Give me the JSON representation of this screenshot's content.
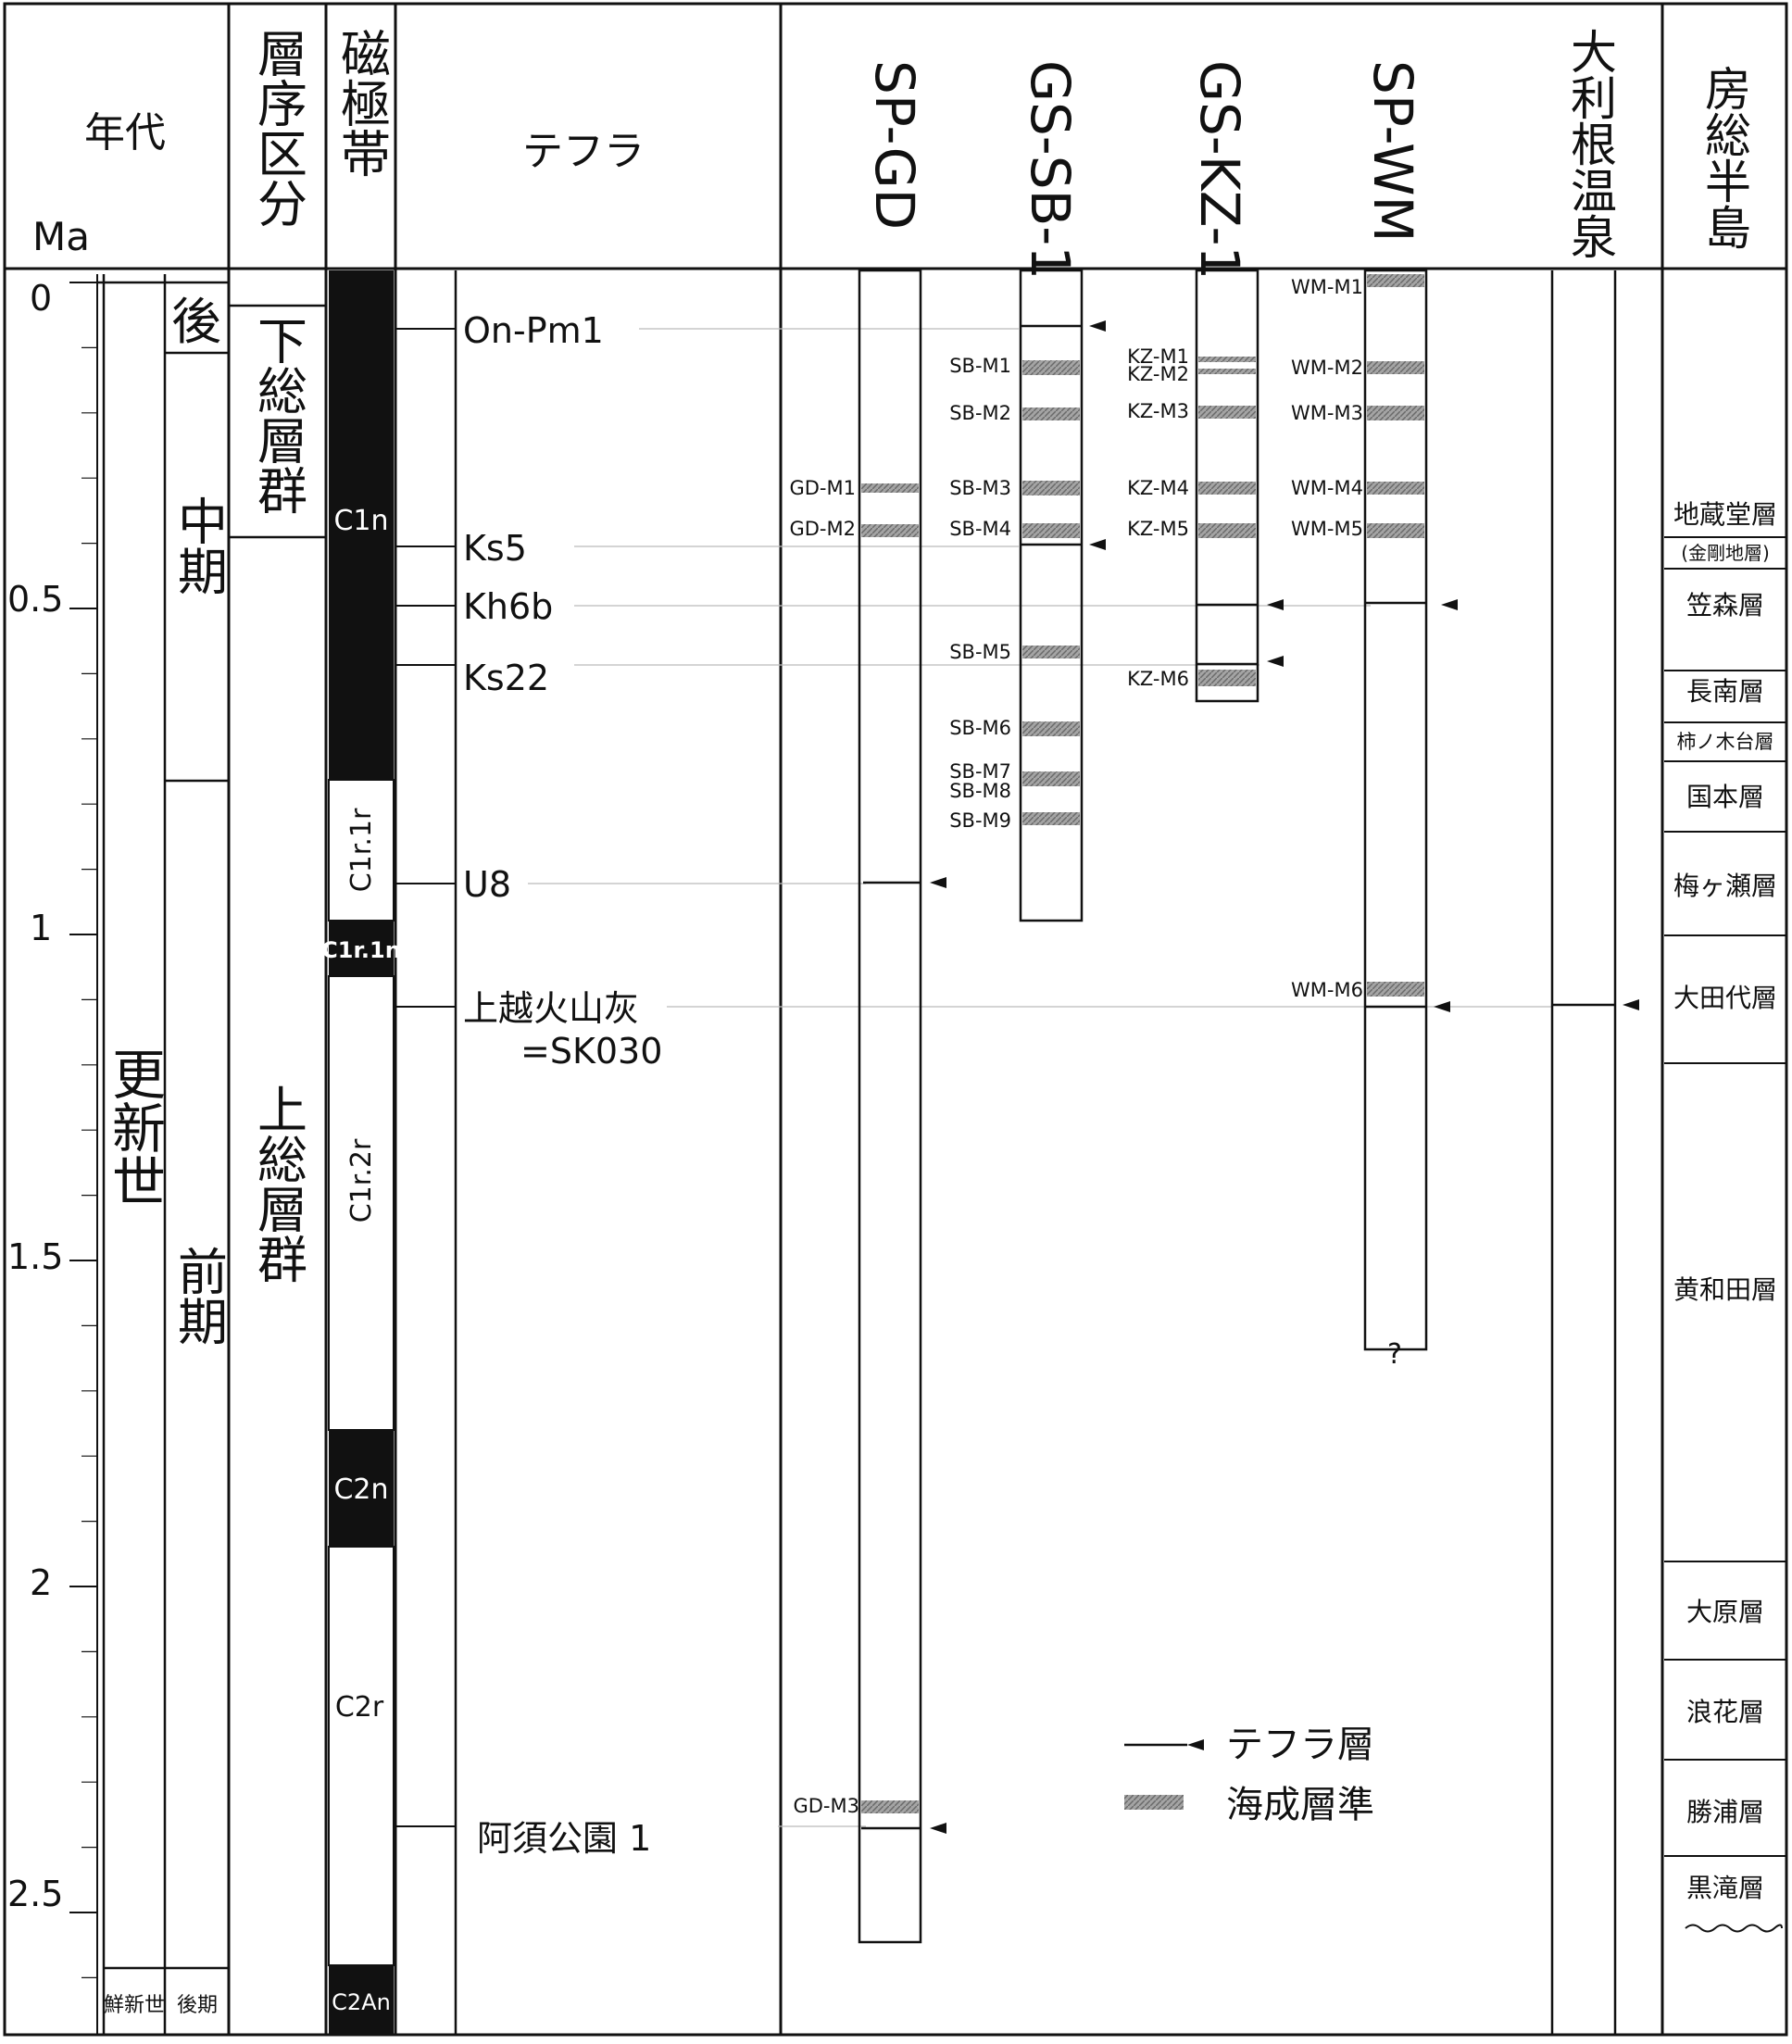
{
  "headers": {
    "age": "年代",
    "unit": "Ma",
    "strat": "層序区分",
    "mag": "磁極帯",
    "tephra": "テフラ",
    "sp_gd": "SP-GD",
    "gs_sb1": "GS-SB-1",
    "gs_kz1": "GS-KZ-1",
    "sp_wm": "SP-WM",
    "otone": "大利根温泉",
    "boso": "房総半島"
  },
  "age_ticks": [
    "0",
    "0.5",
    "1",
    "1.5",
    "2",
    "2.5"
  ],
  "epochs": {
    "pleistocene": "更新世",
    "pliocene": "鮮新世",
    "late": "後",
    "middle": "中期",
    "early": "前期",
    "late_pliocene": "後期"
  },
  "groups": {
    "shimosa": "下総層群",
    "kazusa": "上総層群"
  },
  "chrons": {
    "c1n": "C1n",
    "c1r1r": "C1r.1r",
    "c1r1n": "C1r.1n",
    "c1r2r": "C1r.2r",
    "c2n": "C2n",
    "c2r": "C2r",
    "c2an": "C2An"
  },
  "tephras": {
    "on_pm1": "On-Pm1",
    "ks5": "Ks5",
    "kh6b": "Kh6b",
    "ks22": "Ks22",
    "u8": "U8",
    "joetsu": "上越火山灰",
    "sk030": "=SK030",
    "asu": "阿須公園 1"
  },
  "marine_labels": {
    "gd": [
      "GD-M1",
      "GD-M2",
      "GD-M3"
    ],
    "sb": [
      "SB-M1",
      "SB-M2",
      "SB-M3",
      "SB-M4",
      "SB-M5",
      "SB-M6",
      "SB-M7",
      "SB-M8",
      "SB-M9"
    ],
    "kz": [
      "KZ-M1",
      "KZ-M2",
      "KZ-M3",
      "KZ-M4",
      "KZ-M5",
      "KZ-M6"
    ],
    "wm": [
      "WM-M1",
      "WM-M2",
      "WM-M3",
      "WM-M4",
      "WM-M5",
      "WM-M6"
    ],
    "question": "?"
  },
  "formations": {
    "jizodo": "地蔵堂層",
    "kongochi": "(金剛地層)",
    "kasamori": "笠森層",
    "chonan": "長南層",
    "kakinokidai": "柿ノ木台層",
    "kokumoto": "国本層",
    "umegase": "梅ヶ瀬層",
    "otadai": "大田代層",
    "kiwada": "黄和田層",
    "ohara": "大原層",
    "namihana": "浪花層",
    "katsuura": "勝浦層",
    "kurotaki": "黒滝層"
  },
  "legend": {
    "tephra": "テフラ層",
    "marine": "海成層準"
  },
  "colors": {
    "line": "#111111",
    "marine": "#8a8a8a",
    "guide": "#bbbbbb"
  }
}
